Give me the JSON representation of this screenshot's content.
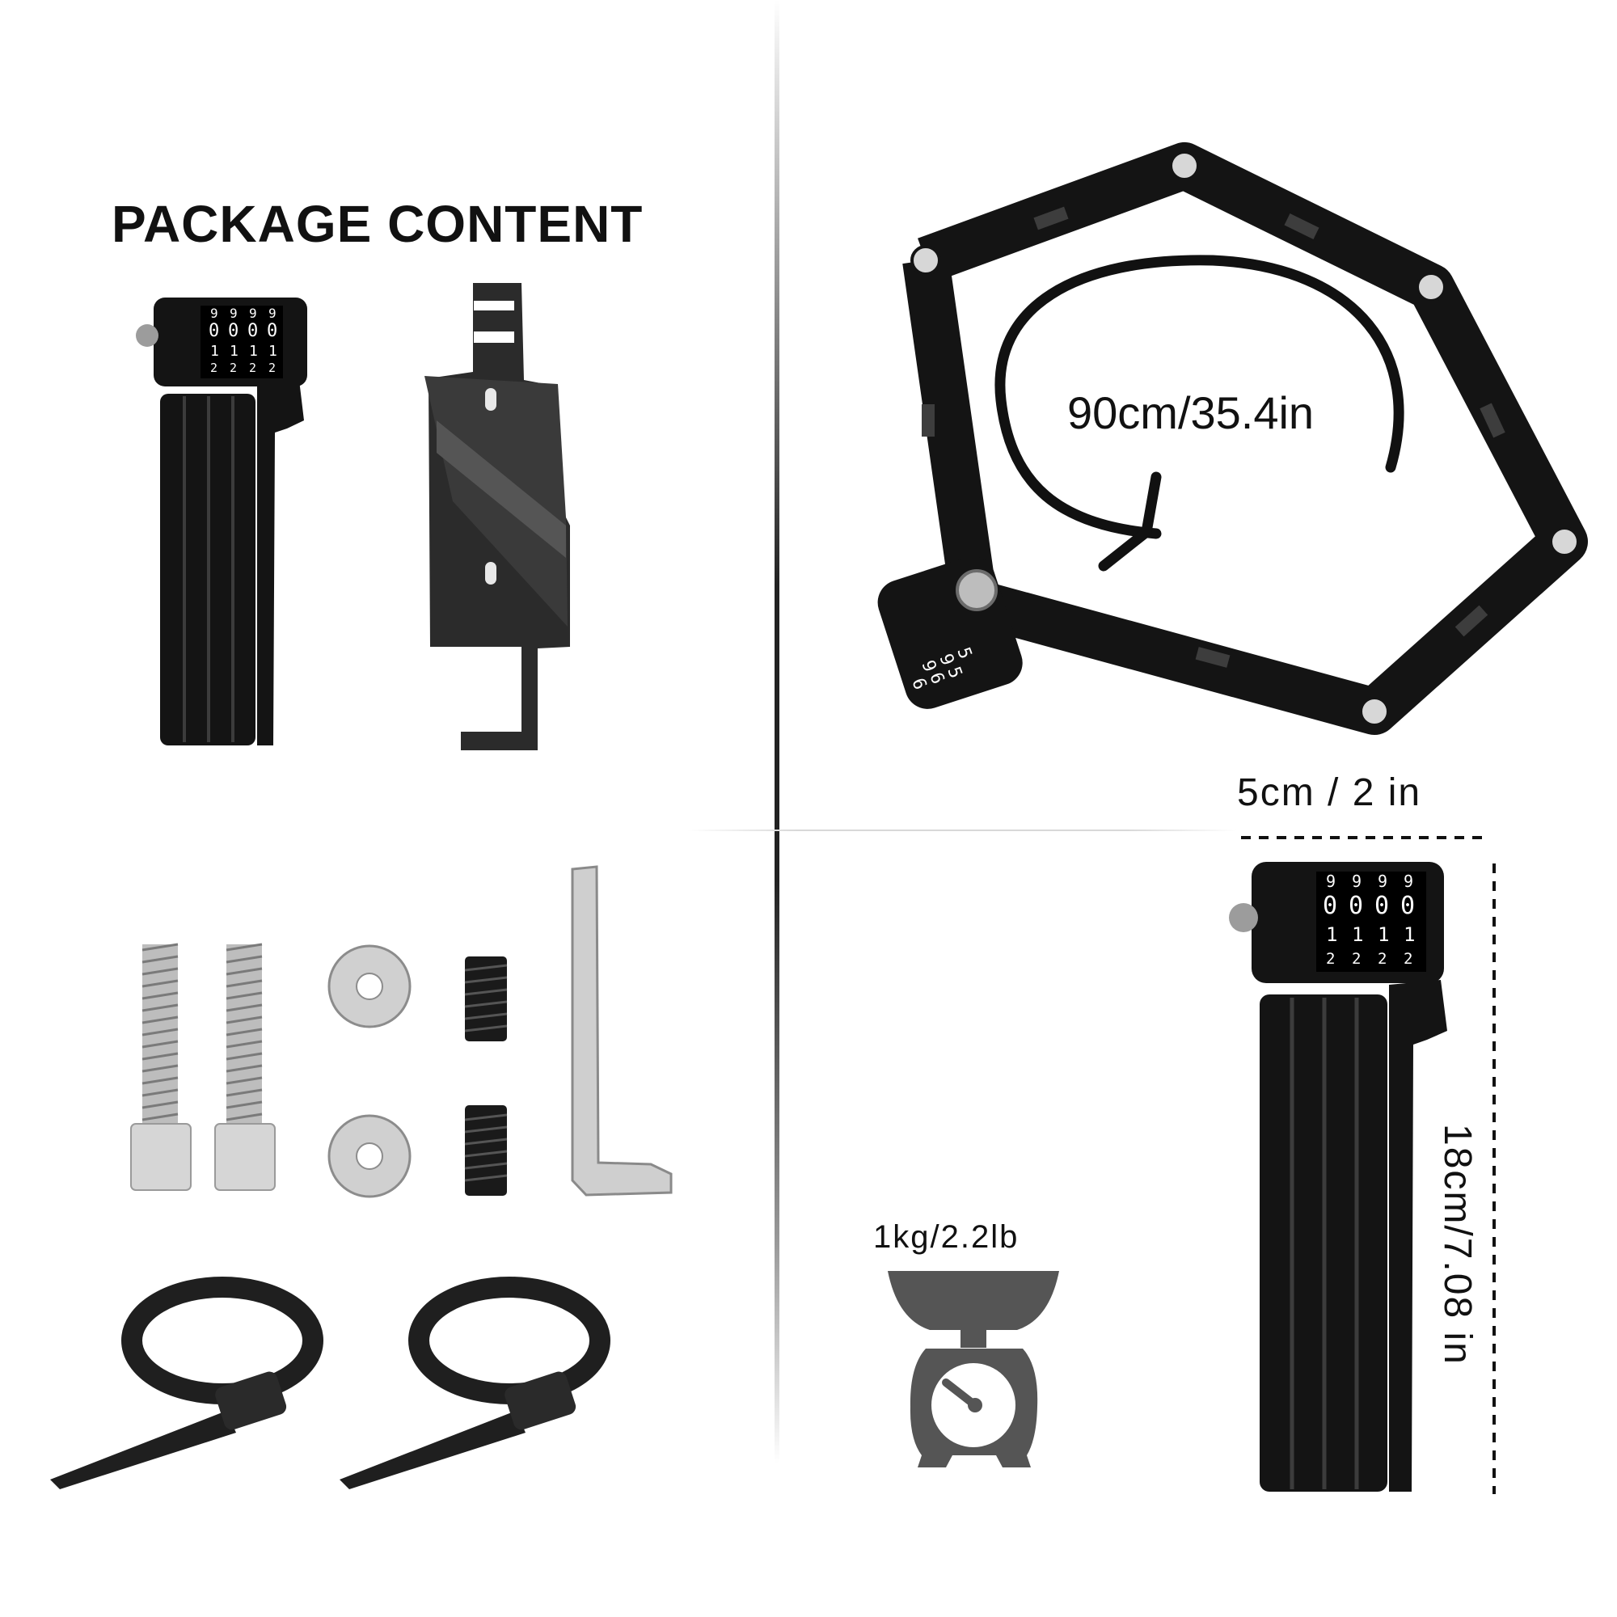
{
  "package": {
    "heading": "PACKAGE CONTENT",
    "items": [
      {
        "name": "folding-lock",
        "digits": [
          "9",
          "9",
          "9",
          "9",
          "0",
          "0",
          "0",
          "0",
          "1",
          "1",
          "1",
          "1",
          "2",
          "2",
          "2",
          "2"
        ]
      },
      {
        "name": "mounting-bracket"
      },
      {
        "name": "bolts",
        "count": 2
      },
      {
        "name": "washers",
        "count": 2
      },
      {
        "name": "set-screws",
        "count": 2
      },
      {
        "name": "hex-key",
        "count": 1
      },
      {
        "name": "mounting-straps",
        "count": 2
      }
    ]
  },
  "specs": {
    "length": "90cm/35.4in",
    "width": "5cm  /  2 in",
    "height": "18cm/7.08 in",
    "weight": "1kg/2.2lb"
  },
  "colors": {
    "product": "#141414",
    "metal": "#c9c9c9",
    "accent": "#555555"
  }
}
